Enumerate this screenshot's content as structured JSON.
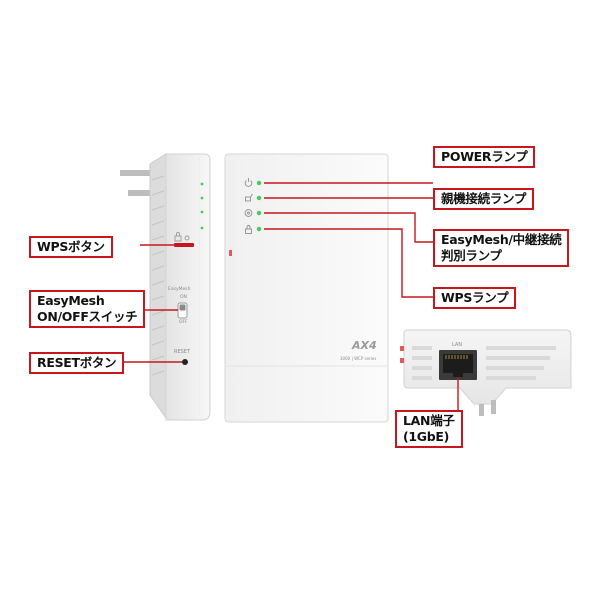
{
  "callouts": {
    "power_lamp": "POWERランプ",
    "parent_lamp": "親機接続ランプ",
    "easymesh_lamp_line1": "EasyMesh/中継接続",
    "easymesh_lamp_line2": "判別ランプ",
    "wps_lamp": "WPSランプ",
    "wps_button": "WPSボタン",
    "easymesh_switch_line1": "EasyMesh",
    "easymesh_switch_line2": "ON/OFFスイッチ",
    "reset_button": "RESETボタン",
    "lan_port_line1": "LAN端子",
    "lan_port_line2": "(1GbE)"
  },
  "device_text": {
    "side_easymesh": "EasyMesh",
    "side_on": "ON",
    "side_off": "OFF",
    "side_reset": "RESET",
    "front_logo": "AX4",
    "front_model": "3000 | WCP series",
    "bottom_lan": "LAN"
  },
  "colors": {
    "accent": "#c8161d",
    "led": "#3fcf5a"
  }
}
